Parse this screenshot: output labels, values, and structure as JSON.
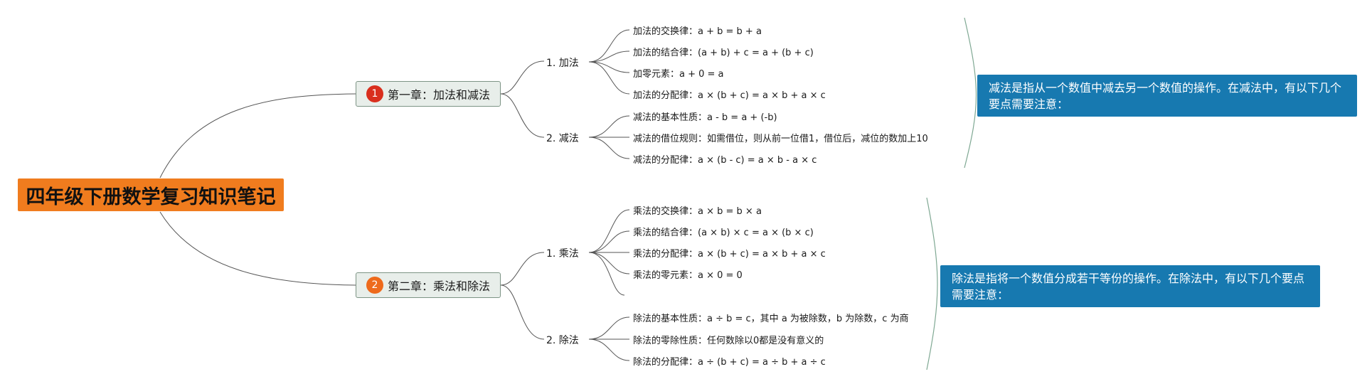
{
  "title": "四年级下册数学复习知识笔记",
  "chapters": [
    {
      "number": "1",
      "title": "第一章：加法和减法",
      "sections": [
        {
          "label": "1. 加法",
          "items": [
            "加法的交换律：a + b = b + a",
            "加法的结合律：(a + b) + c = a + (b + c)",
            "加零元素：a + 0 = a",
            "加法的分配律：a × (b + c) = a × b + a × c"
          ]
        },
        {
          "label": "2. 减法",
          "items": [
            "减法的基本性质：a - b = a + (-b)",
            "减法的借位规则：如需借位，则从前一位借1，借位后，减位的数加上10",
            "减法的分配律：a × (b - c) = a × b - a × c"
          ]
        }
      ],
      "note": "减法是指从一个数值中减去另一个数值的操作。在减法中，有以下几个要点需要注意："
    },
    {
      "number": "2",
      "title": "第二章：乘法和除法",
      "sections": [
        {
          "label": "1. 乘法",
          "items": [
            "乘法的交换律：a × b = b × a",
            "乘法的结合律：(a × b) × c = a × (b × c)",
            "乘法的分配律：a × (b + c) = a × b + a × c",
            "乘法的零元素：a × 0 = 0"
          ]
        },
        {
          "label": "2. 除法",
          "items": [
            "除法的基本性质：a ÷ b = c，其中 a 为被除数，b 为除数，c 为商",
            "除法的零除性质：任何数除以0都是没有意义的",
            "除法的分配律：a ÷ (b + c) = a ÷ b + a ÷ c"
          ]
        }
      ],
      "note": "除法是指将一个数值分成若干等份的操作。在除法中，有以下几个要点需要注意："
    }
  ],
  "colors": {
    "root_fill": "#f07c1e",
    "badge_1": "#d92f1e",
    "badge_2": "#ee6a1c",
    "note_fill": "#1779b0",
    "chapter_fill": "#e8eeea",
    "summary_bracket": "#7fa893"
  }
}
